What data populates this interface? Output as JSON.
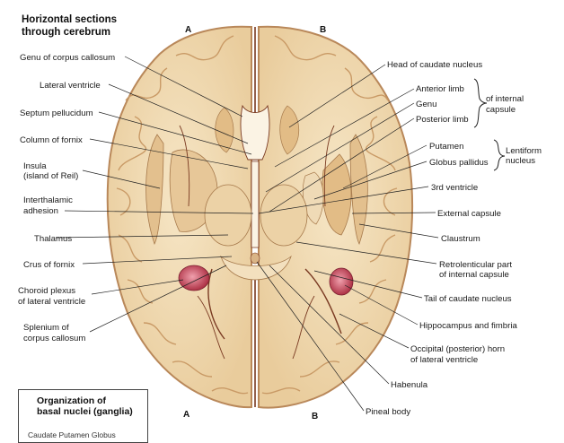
{
  "title_line1": "Horizontal sections",
  "title_line2": "through cerebrum",
  "plane_top_left": "A",
  "plane_top_right": "B",
  "plane_bottom_left": "A",
  "plane_bottom_right": "B",
  "left_labels": {
    "genu_cc": "Genu of corpus callosum",
    "lat_ventricle": "Lateral ventricle",
    "septum": "Septum pellucidum",
    "column_fornix": "Column of fornix",
    "insula_1": "Insula",
    "insula_2": "(island of Reil)",
    "interthalamic_1": "Interthalamic",
    "interthalamic_2": "adhesion",
    "thalamus": "Thalamus",
    "crus_fornix": "Crus of fornix",
    "choroid_1": "Choroid plexus",
    "choroid_2": "of lateral ventricle",
    "splenium_1": "Splenium of",
    "splenium_2": "corpus callosum"
  },
  "right_labels": {
    "head_caudate": "Head of caudate nucleus",
    "anterior_limb": "Anterior limb",
    "genu": "Genu",
    "posterior_limb": "Posterior limb",
    "internal_capsule_1": "of internal",
    "internal_capsule_2": "capsule",
    "putamen": "Putamen",
    "globus": "Globus pallidus",
    "lentiform_1": "Lentiform",
    "lentiform_2": "nucleus",
    "third_ventricle": "3rd ventricle",
    "external_capsule": "External capsule",
    "claustrum": "Claustrum",
    "retrolenticular_1": "Retrolenticular part",
    "retrolenticular_2": "of internal capsule",
    "tail_caudate": "Tail of caudate nucleus",
    "hippocampus": "Hippocampus and fimbria",
    "occipital_1": "Occipital (posterior) horn",
    "occipital_2": "of lateral ventricle",
    "habenula": "Habenula",
    "pineal": "Pineal body"
  },
  "org_box": {
    "title": "Organization of\nbasal nuclei (ganglia)",
    "subtitle": "Caudate  Putamen  Globus"
  },
  "colors": {
    "tissue": "#f1dcb4",
    "gray_matter": "#e6c595",
    "cortex_edge": "#b9885a",
    "vessel": "#7a3a22",
    "choroid": "#c7485a",
    "ventricle": "#fbf3e4"
  }
}
